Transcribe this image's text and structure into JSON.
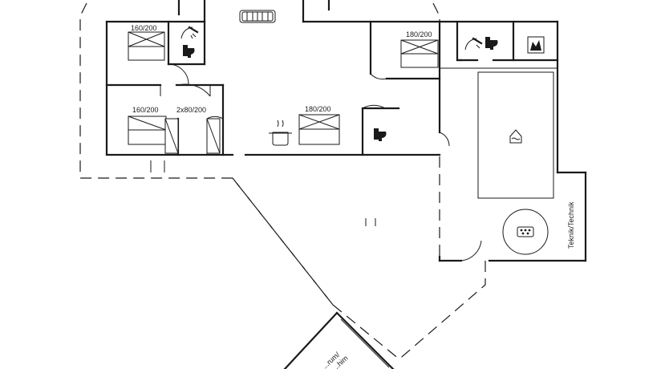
{
  "rooms": {
    "bed_top_left": {
      "size_label": "160/200"
    },
    "bed_mid_left": {
      "size_label": "160/200"
    },
    "bed_bunk": {
      "size_label": "2x80/200"
    },
    "bed_center": {
      "size_label": "180/200"
    },
    "bed_top_right": {
      "size_label": "180/200"
    },
    "technical_room": {
      "label": "Teknik/Technik"
    },
    "annex": {
      "label_line1": "...rum/",
      "label_line2": "...him"
    }
  },
  "icons": [
    "sofa-icon",
    "shower-icon",
    "toilet-icon",
    "cooking-pot-icon",
    "sauna-icon",
    "pool-icon",
    "whirlpool-icon"
  ],
  "colors": {
    "line": "#1a1a1a",
    "background": "#ffffff"
  }
}
